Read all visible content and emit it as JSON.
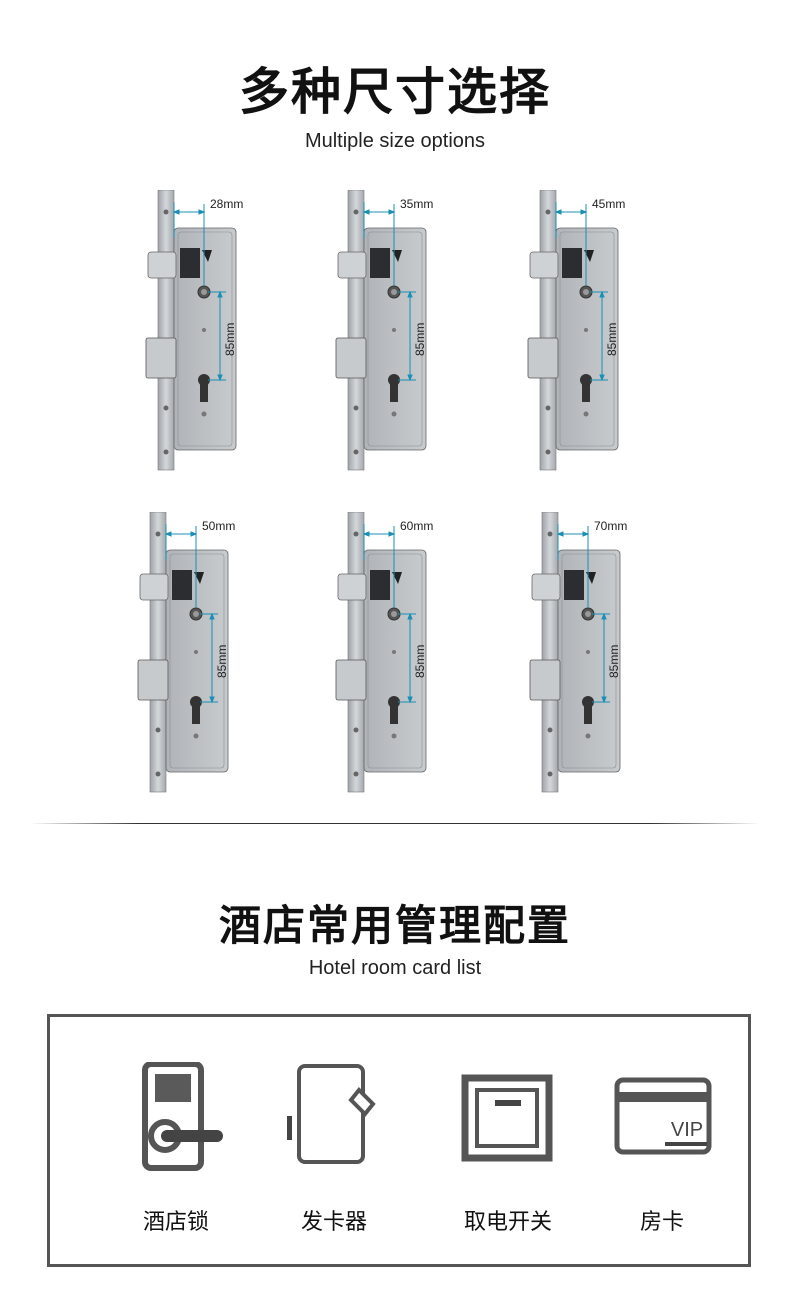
{
  "section_sizes": {
    "title": "多种尺寸选择",
    "subtitle": "Multiple size options",
    "locks": [
      {
        "backset": "28mm",
        "center": "85mm"
      },
      {
        "backset": "35mm",
        "center": "85mm"
      },
      {
        "backset": "45mm",
        "center": "85mm"
      },
      {
        "backset": "50mm",
        "center": "85mm"
      },
      {
        "backset": "60mm",
        "center": "85mm"
      },
      {
        "backset": "70mm",
        "center": "85mm"
      }
    ]
  },
  "section_config": {
    "title": "酒店常用管理配置",
    "subtitle": "Hotel room card list",
    "items": [
      {
        "label": "酒店锁",
        "icon": "hotel-lock-icon"
      },
      {
        "label": "发卡器",
        "icon": "card-encoder-icon"
      },
      {
        "label": "取电开关",
        "icon": "power-switch-icon"
      },
      {
        "label": "房卡",
        "icon": "vip-card-icon"
      }
    ],
    "vip_text": "VIP"
  },
  "colors": {
    "dimension": "#1a8fb5",
    "steel": "#b8bcc0",
    "icon_stroke": "#444444"
  }
}
